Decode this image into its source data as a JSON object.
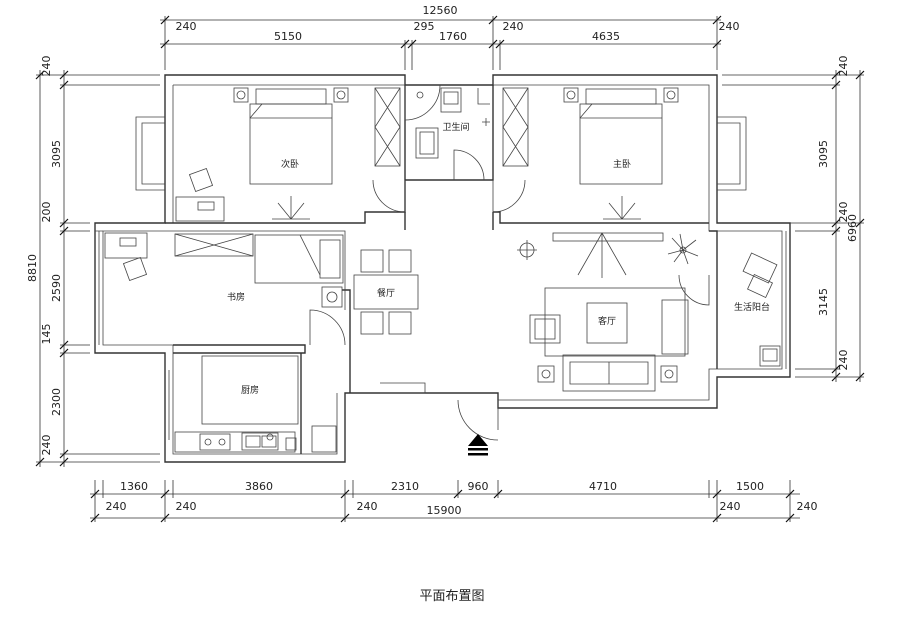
{
  "dimensions": {
    "top_total": "12560",
    "top_row": [
      "240",
      "5150",
      "295",
      "1760",
      "240",
      "4635",
      "240"
    ],
    "bottom_row1": [
      "1360",
      "3860",
      "2310",
      "960",
      "4710",
      "1500"
    ],
    "bottom_row2": [
      "240",
      "240",
      "240",
      "240",
      "240"
    ],
    "bottom_total": "15900",
    "left_total": "8810",
    "left_col": [
      "240",
      "3095",
      "200",
      "2590",
      "145",
      "2300",
      "240"
    ],
    "right_col": [
      "240",
      "3095",
      "240",
      "3145",
      "240"
    ],
    "right_total": "6960"
  },
  "rooms": {
    "second_bedroom": "次卧",
    "bathroom": "卫生间",
    "master_bedroom": "主卧",
    "study": "书房",
    "dining": "餐厅",
    "living": "客厅",
    "balcony": "生活阳台",
    "kitchen": "厨房"
  },
  "caption": "平面布置图"
}
